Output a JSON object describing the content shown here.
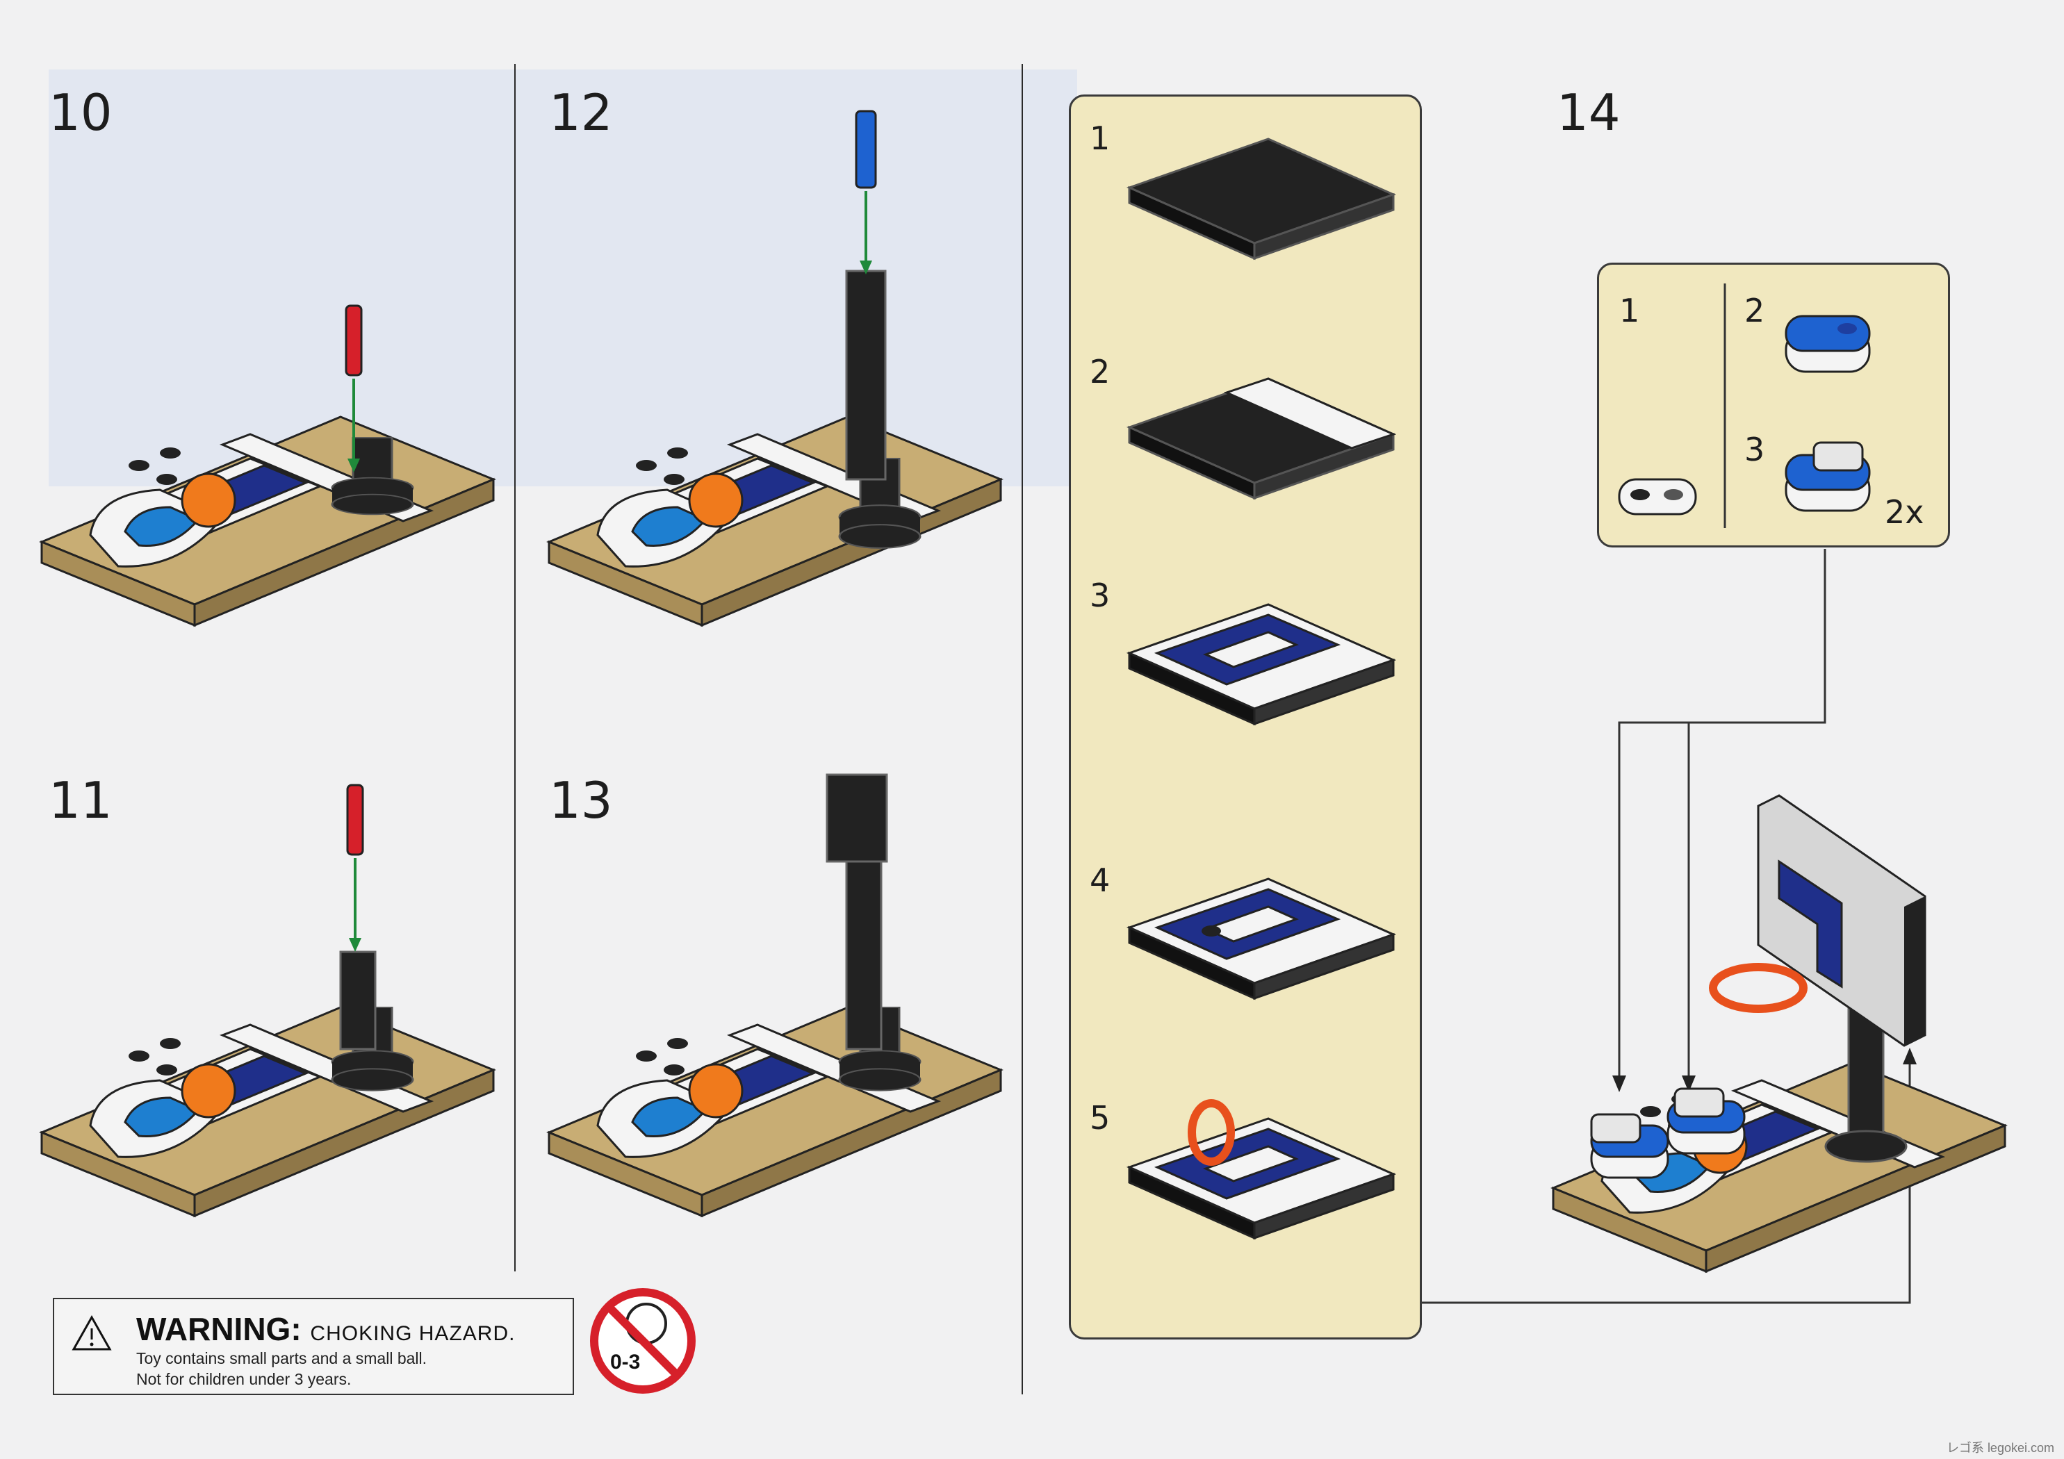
{
  "steps": {
    "s10": "10",
    "s11": "11",
    "s12": "12",
    "s13": "13",
    "s14": "14"
  },
  "sub_steps": [
    "1",
    "2",
    "3",
    "4",
    "5"
  ],
  "callout": {
    "items": [
      "1",
      "2",
      "3"
    ],
    "quantity": "2x"
  },
  "warning": {
    "title": "WARNING:",
    "subtitle": "CHOKING HAZARD.",
    "line1": "Toy contains small parts and a small ball.",
    "line2": "Not for children under 3 years."
  },
  "age_badge": "0-3",
  "watermark": "レゴ系 legokei.com",
  "colors": {
    "panel": "#f1e8bf",
    "tan": "#c8ad74",
    "navy": "#1f2f8a",
    "court_white": "#f4f4f4",
    "ball": "#f07a1c",
    "pole": "#222222",
    "arrow": "#1f8a3a",
    "prohibit": "#d6202a"
  }
}
